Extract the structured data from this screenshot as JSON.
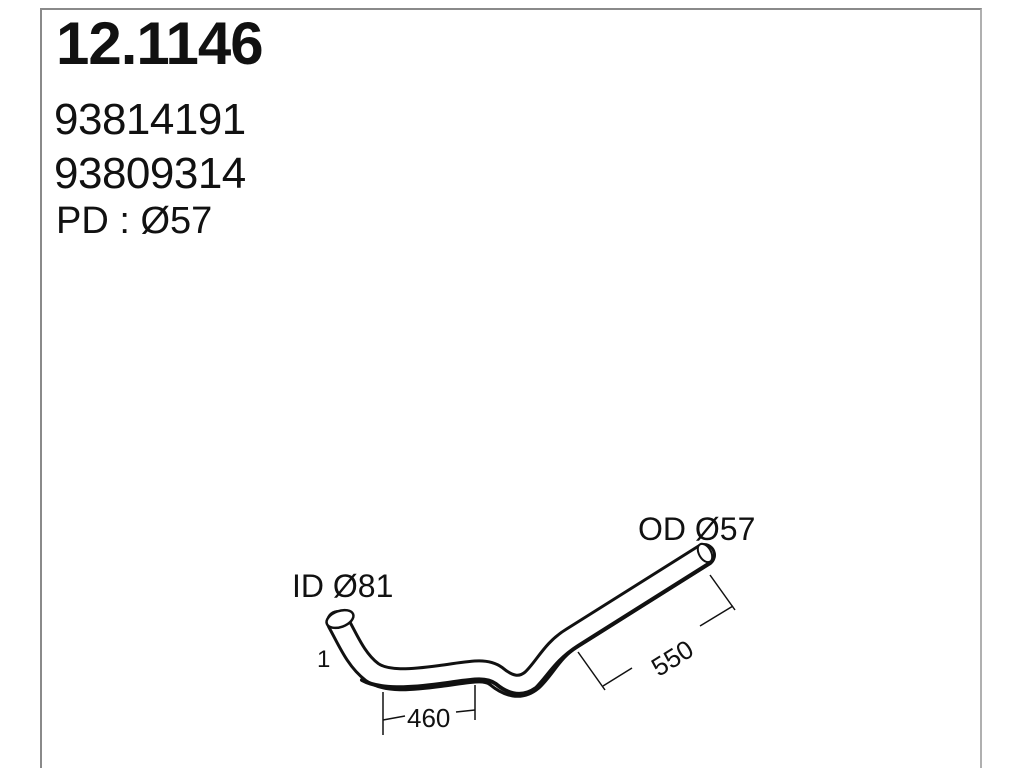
{
  "header": {
    "part_number": "12.1146",
    "references": [
      "93814191",
      "93809314"
    ],
    "spec": "PD : Ø57"
  },
  "drawing": {
    "inlet_label": "ID Ø81",
    "outlet_label": "OD Ø57",
    "bend_marker": "1",
    "dimension_1": "460",
    "dimension_2": "550"
  }
}
